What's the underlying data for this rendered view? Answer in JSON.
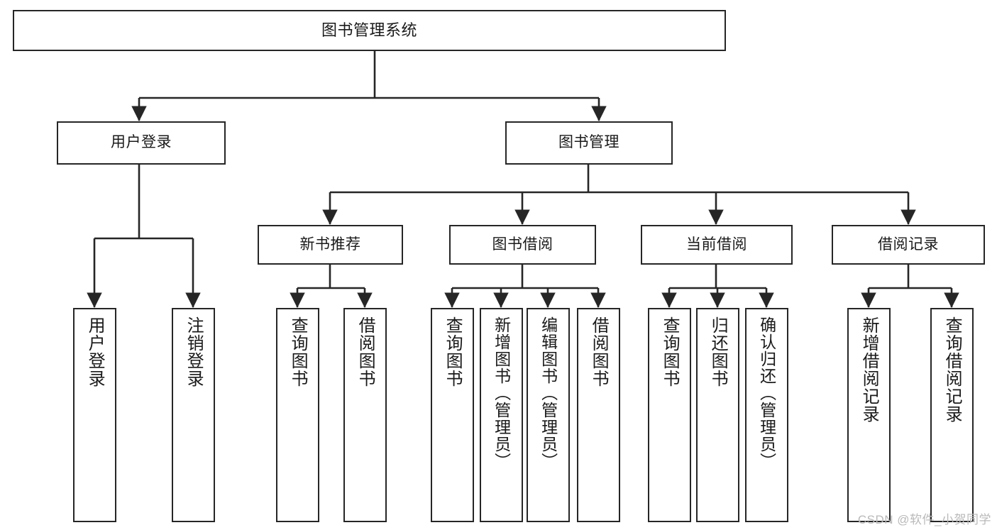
{
  "diagram": {
    "title": "图书管理系统",
    "type": "tree",
    "orientation": "top-down",
    "line_color": "#262626",
    "box_fill": "#ffffff",
    "text_color": "#1a1a1a"
  },
  "nodes": {
    "root": {
      "label": "图书管理系统"
    },
    "tier2": [
      {
        "id": "user-login",
        "label": "用户登录"
      },
      {
        "id": "book-manage",
        "label": "图书管理"
      }
    ],
    "tier3": [
      {
        "id": "new-book-recommend",
        "label": "新书推荐"
      },
      {
        "id": "book-borrow",
        "label": "图书借阅"
      },
      {
        "id": "current-borrow",
        "label": "当前借阅"
      },
      {
        "id": "borrow-record",
        "label": "借阅记录"
      }
    ],
    "leaves": {
      "user_login": [
        {
          "id": "leaf-user-login",
          "label": "用户登录"
        },
        {
          "id": "leaf-logout-login",
          "label": "注销登录"
        }
      ],
      "new_book_recommend": [
        {
          "id": "leaf-query-book-1",
          "label": "查询图书"
        },
        {
          "id": "leaf-borrow-book-1",
          "label": "借阅图书"
        }
      ],
      "book_borrow": [
        {
          "id": "leaf-query-book-2",
          "label": "查询图书"
        },
        {
          "id": "leaf-add-book",
          "label": "新增图书（管理员）"
        },
        {
          "id": "leaf-edit-book",
          "label": "编辑图书（管理员）"
        },
        {
          "id": "leaf-borrow-book-2",
          "label": "借阅图书"
        }
      ],
      "current_borrow": [
        {
          "id": "leaf-query-book-3",
          "label": "查询图书"
        },
        {
          "id": "leaf-return-book",
          "label": "归还图书"
        },
        {
          "id": "leaf-confirm-return",
          "label": "确认归还（管理员）"
        }
      ],
      "borrow_record": [
        {
          "id": "leaf-add-record",
          "label": "新增借阅记录"
        },
        {
          "id": "leaf-query-record",
          "label": "查询借阅记录"
        }
      ]
    }
  },
  "watermark": {
    "text": "CSDN @软件_小贺同学"
  }
}
